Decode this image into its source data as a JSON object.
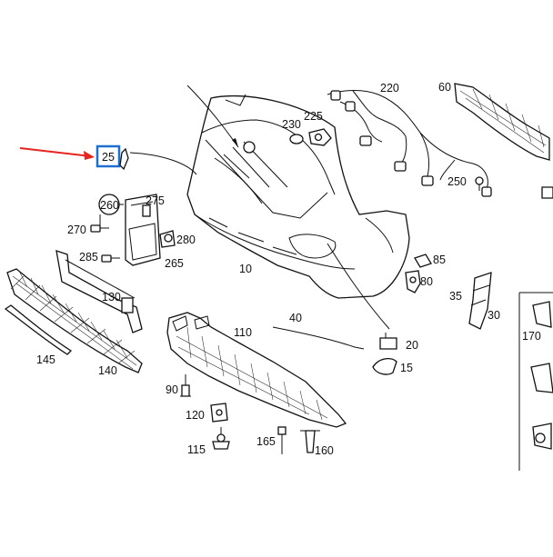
{
  "diagram": {
    "highlight_color": "#1f6fd1",
    "arrow_color": "#e8241e",
    "highlighted_label": "25",
    "labels": {
      "p220": "220",
      "p60": "60",
      "p230": "230",
      "p225": "225",
      "p25": "25",
      "p250": "250",
      "p260": "260",
      "p275": "275",
      "p270": "270",
      "p280": "280",
      "p285": "285",
      "p265": "265",
      "p10": "10",
      "p85": "85",
      "p80": "80",
      "p130": "130",
      "p35": "35",
      "p30": "30",
      "p40": "40",
      "p110": "110",
      "p20": "20",
      "p15": "15",
      "p145": "145",
      "p140": "140",
      "p90": "90",
      "p120": "120",
      "p165": "165",
      "p115": "115",
      "p160": "160",
      "p170": "170"
    }
  }
}
